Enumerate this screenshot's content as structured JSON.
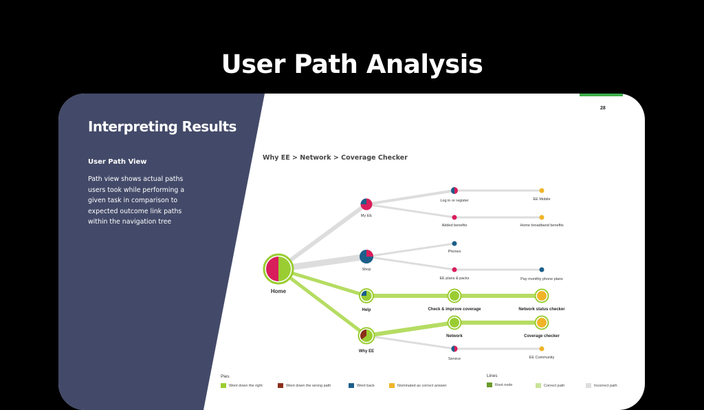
{
  "slide": {
    "title": "User Path Analysis",
    "page_number": "28"
  },
  "panel": {
    "title": "Interpreting Results",
    "subtitle": "User Path View",
    "body": "Path view shows actual paths users took while performing a given task in comparison to expected outcome link paths within the navigation tree"
  },
  "diagram": {
    "breadcrumb": "Why EE > Network > Coverage Checker",
    "nodes": {
      "home": "Home",
      "my_ee": "My EE",
      "shop": "Shop",
      "help": "Help",
      "why_ee": "Why EE",
      "log_in": "Log in or register",
      "added_benefits": "Added benefits",
      "phones": "Phones",
      "ee_plans": "EE plans & packs",
      "check_coverage": "Check & improve coverage",
      "network": "Network",
      "service": "Service",
      "ee_mobile": "EE Mobile",
      "home_broadband": "Home broadband benefits",
      "pay_monthly": "Pay monthly phone plans",
      "network_status": "Network status checker",
      "coverage_checker": "Coverage checker",
      "ee_community": "EE Community"
    }
  },
  "legend": {
    "pies_header": "Pies",
    "pies": [
      {
        "label": "Went down the right",
        "color": "#9acd32"
      },
      {
        "label": "Went down the wrong path",
        "color": "#8b2e1a"
      },
      {
        "label": "Went back",
        "color": "#1c5f8a"
      },
      {
        "label": "Nominated as correct answer",
        "color": "#f0b429"
      }
    ],
    "lines_header": "Lines",
    "lines": [
      {
        "label": "Root node",
        "color": "#6a9a2a"
      },
      {
        "label": "Correct path",
        "color": "#c8e39a"
      },
      {
        "label": "Incorrect path",
        "color": "#dddddd"
      }
    ]
  },
  "colors": {
    "background": "#000000",
    "panel": "#434a69",
    "green": "#9acd32",
    "red": "#d81e5b",
    "blue": "#1c5f8a",
    "yellow": "#f0b429",
    "grey_line": "#dddddd",
    "accent": "#3cae4a"
  }
}
